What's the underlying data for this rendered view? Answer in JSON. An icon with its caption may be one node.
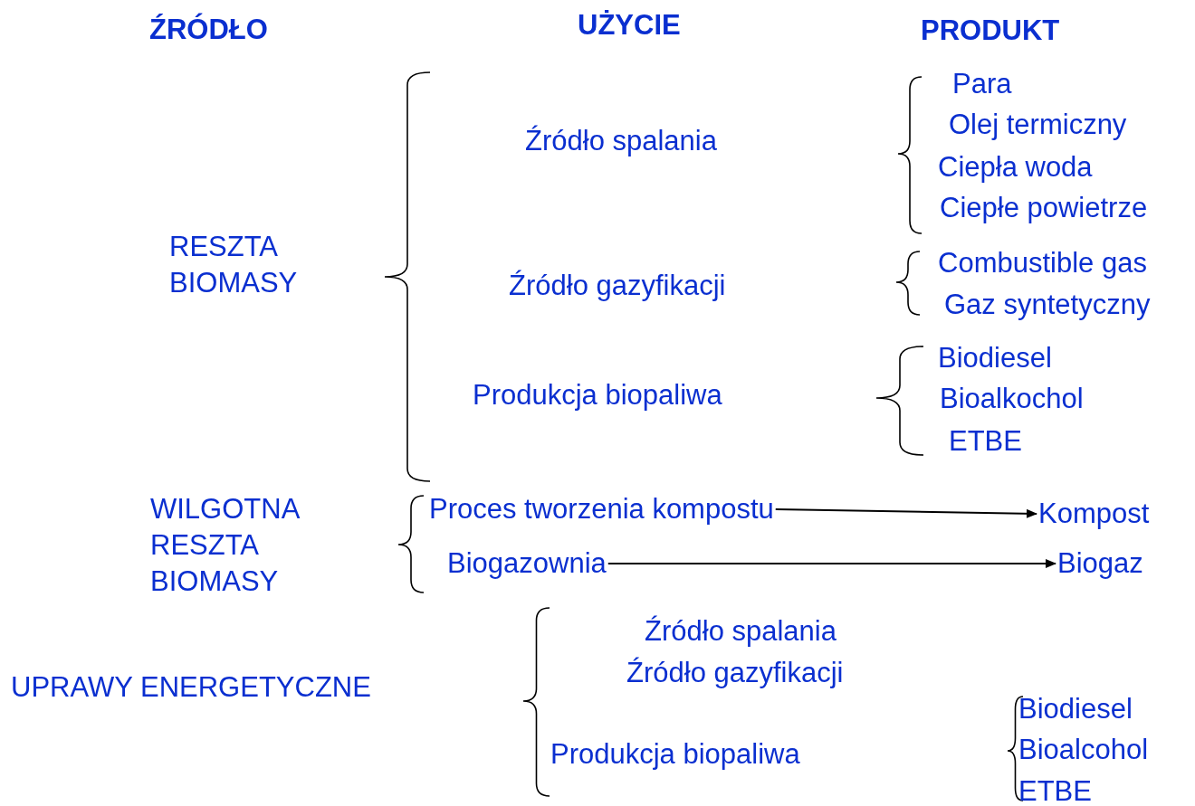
{
  "diagram": {
    "nodes": [
      {
        "text": [
          "Proces tworzenia kompostu"
        ]
      },
      {
        "text": [
          "Kompost"
        ]
      },
      {
        "text": [
          "Biogazownia"
        ]
      },
      {
        "text": [
          "Biogaz"
        ]
      }
    ],
    "edges": [
      {
        "from": 0,
        "to": 1,
        "arrow": "to"
      },
      {
        "from": 2,
        "to": 3,
        "arrow": "to"
      }
    ],
    "labels": [
      "ŹRÓDŁO",
      "UŻYCIE",
      "PRODUKT",
      "RESZTA BIOMASY",
      "Źródło spalania",
      "Para",
      "Olej termiczny",
      "Ciepła woda",
      "Ciepłe powietrze",
      "Źródło gazyfikacji",
      "Combustible gas",
      "Gaz syntetyczny",
      "Produkcja biopaliwa",
      "Biodiesel",
      "Bioalkochol",
      "ETBE",
      "WILGOTNA RESZTA BIOMASY",
      "UPRAWY ENERGETYCZNE",
      "Źródło spalania",
      "Źródło gazyfikacji",
      "Produkcja biopaliwa",
      "Biodiesel",
      "Bioalcohol",
      "ETBE"
    ]
  }
}
